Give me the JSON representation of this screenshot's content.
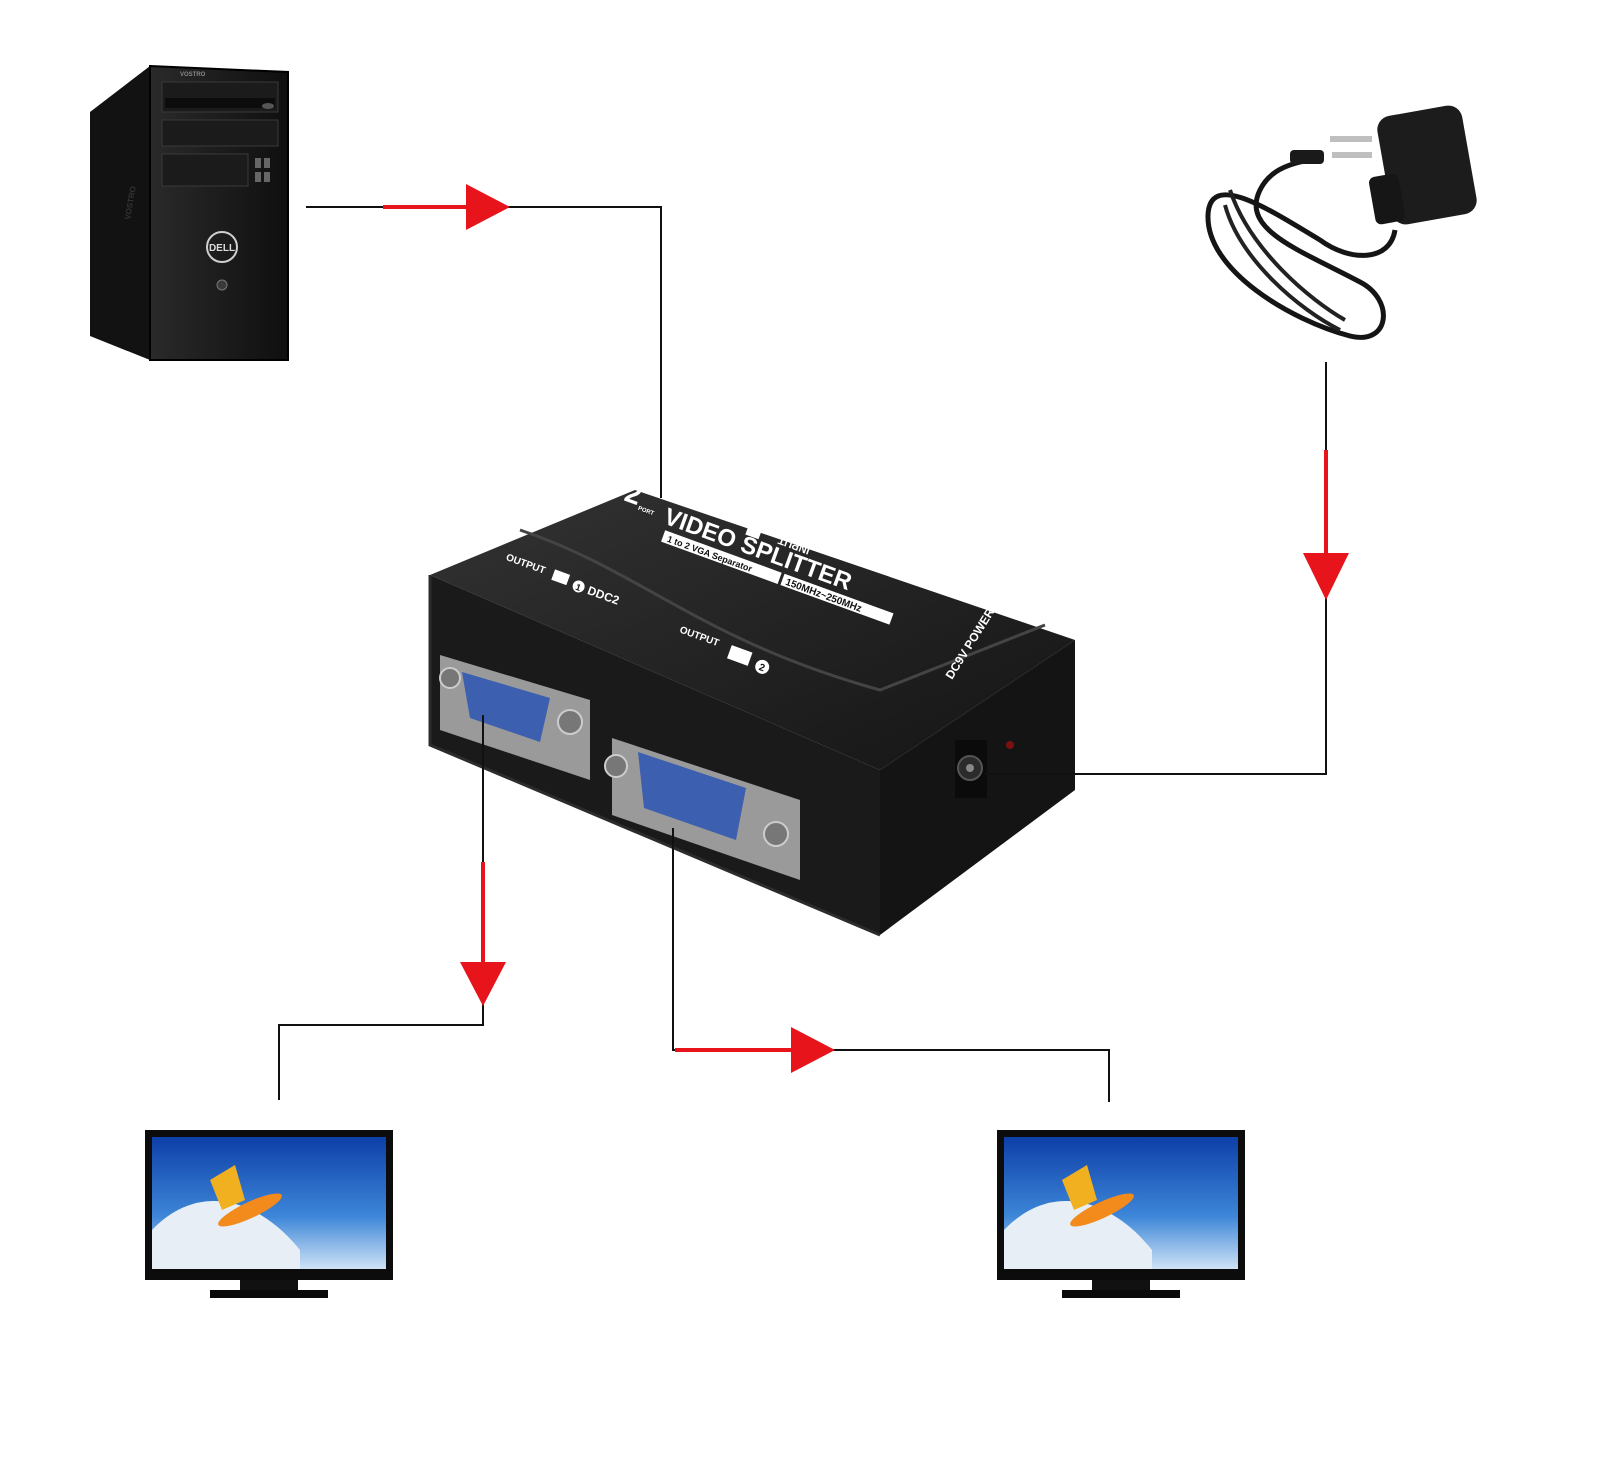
{
  "pc": {
    "brand": "DELL",
    "model": "VOSTRO",
    "side_label": "VOSTRO"
  },
  "splitter": {
    "title_number": "2",
    "title_port": "PORT",
    "title": "VIDEO SPLITTER",
    "subtitle": "1 to 2 VGA Separator",
    "frequency": "150MHz~250MHz",
    "input_label": "INPUT",
    "output1_label": "OUTPUT",
    "output1_number": "1",
    "output1_ddc": "DDC2",
    "output2_label": "OUTPUT",
    "output2_number": "2",
    "power_label": "DC9V  POWER"
  },
  "colors": {
    "arrow": "#e8141b",
    "line": "#111111",
    "device": "#1a1a1a",
    "vga_port": "#3c5fb0"
  },
  "connections": [
    {
      "from": "pc",
      "to": "splitter-input"
    },
    {
      "from": "power-adapter",
      "to": "splitter-power"
    },
    {
      "from": "splitter-output-1",
      "to": "monitor-left"
    },
    {
      "from": "splitter-output-2",
      "to": "monitor-right"
    }
  ]
}
